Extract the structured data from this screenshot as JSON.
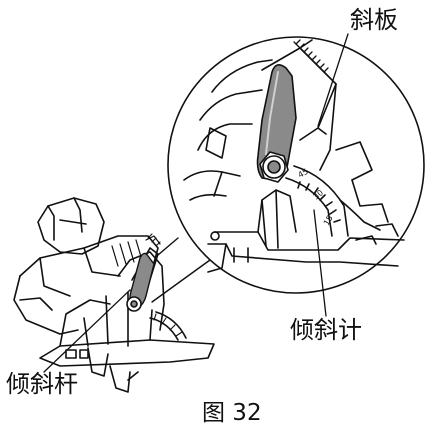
{
  "labels": {
    "slope_plate": "斜板",
    "bevel_gauge": "倾斜计",
    "bevel_lever": "倾斜杆",
    "figure_caption": "图 32"
  },
  "scale_marks": [
    "45",
    "30",
    "15"
  ],
  "colors": {
    "line": "#111111",
    "lever_fill": "#8a8a8a",
    "background": "#ffffff"
  }
}
